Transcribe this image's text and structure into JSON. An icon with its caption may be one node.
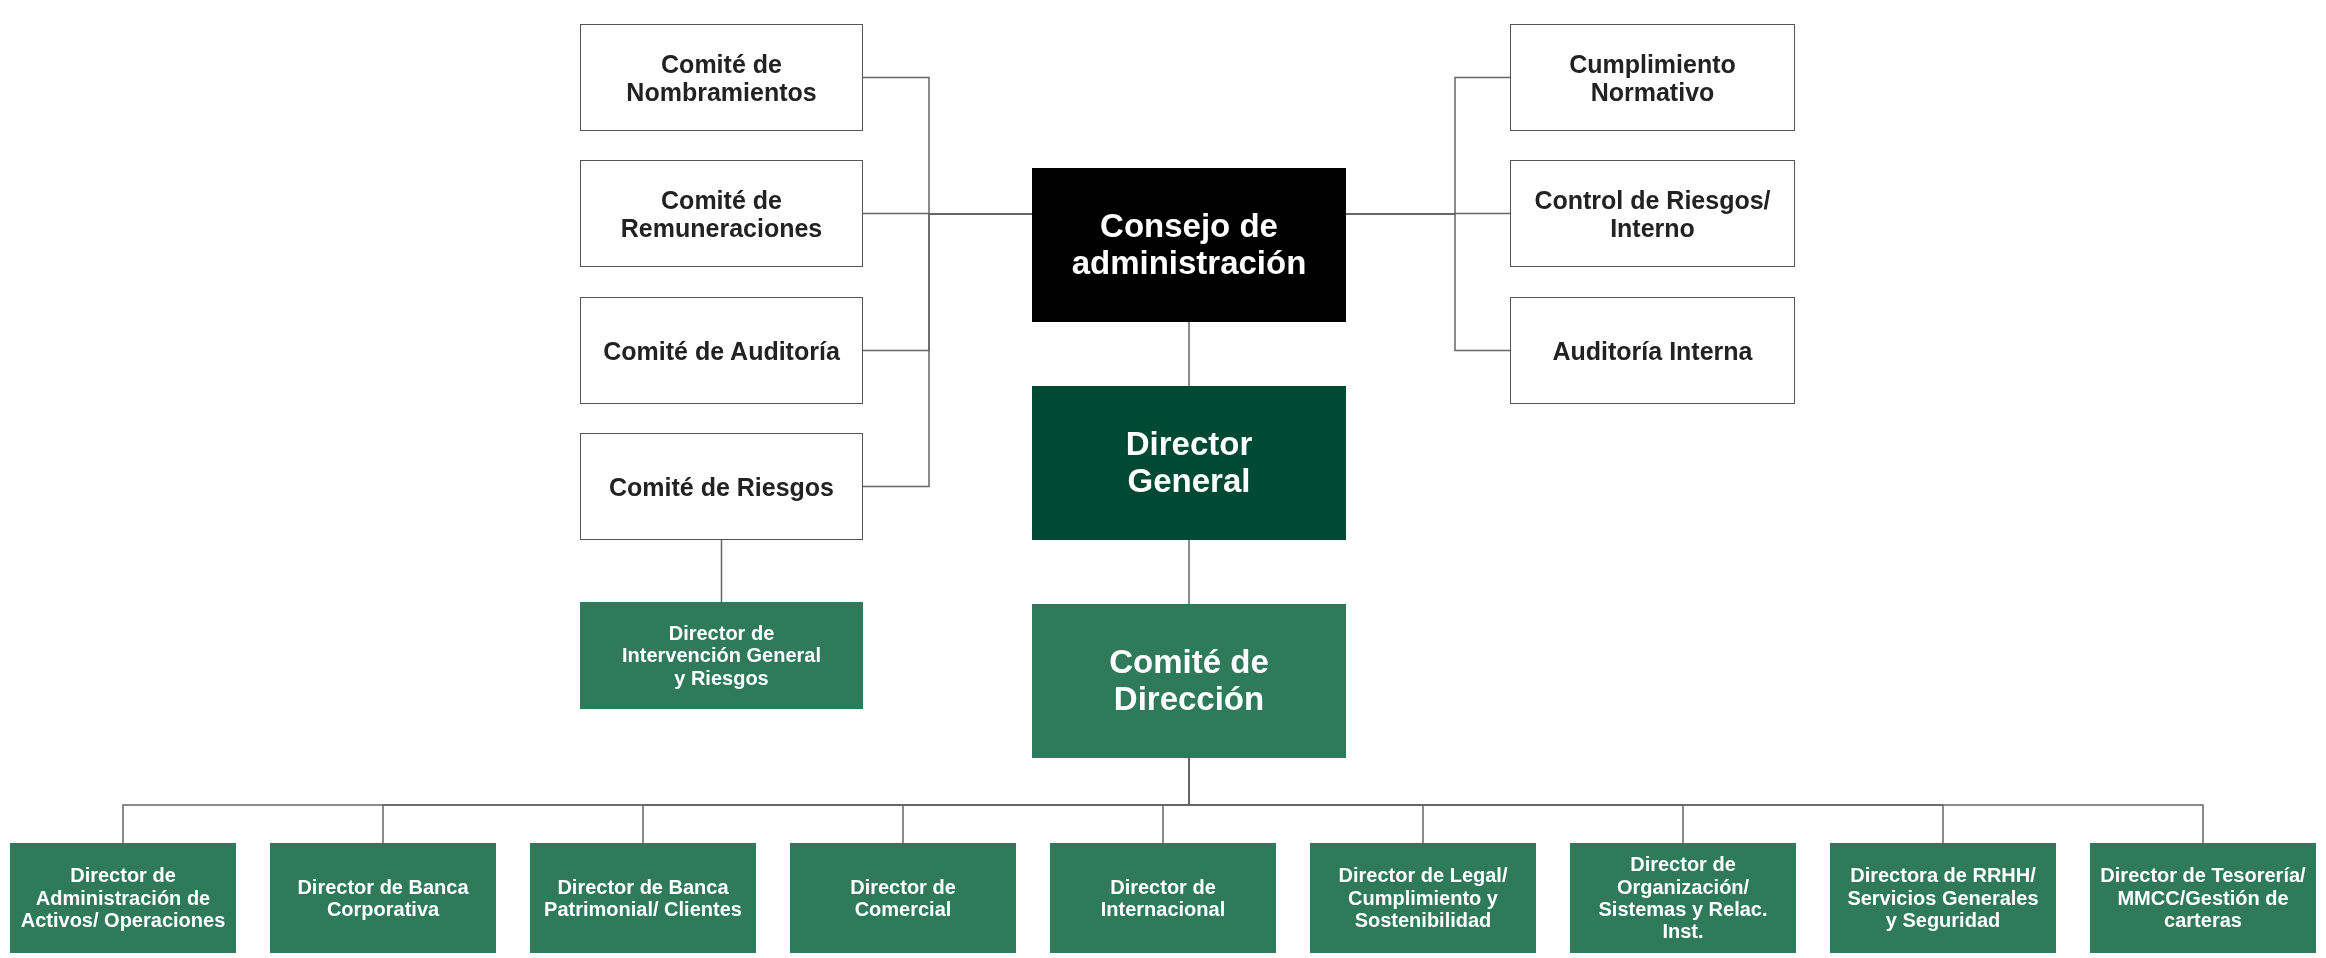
{
  "diagram": {
    "nodes": [
      {
        "text": [
          "Comité de Nombramientos"
        ]
      },
      {
        "text": [
          "Cumplimiento Normativo"
        ]
      },
      {
        "text": [
          "Comité de Remuneraciones"
        ]
      },
      {
        "text": [
          "Consejo de administración"
        ]
      },
      {
        "text": [
          "Control de Riesgos/ Interno"
        ]
      },
      {
        "text": [
          "Comité de Auditoría"
        ]
      },
      {
        "text": [
          "Auditoría Interna"
        ]
      },
      {
        "text": [
          "Comité de Riesgos"
        ]
      },
      {
        "text": [
          "Director General"
        ]
      },
      {
        "text": [
          "Director de Intervención General y Riesgos"
        ]
      },
      {
        "text": [
          "Comité de Dirección"
        ]
      },
      {
        "text": [
          "Director de Administración de Activos/ Operaciones"
        ]
      },
      {
        "text": [
          "Director de Banca Corporativa"
        ]
      },
      {
        "text": [
          "Director de Banca Patrimonial/ Clientes"
        ]
      },
      {
        "text": [
          "Director de Comercial"
        ]
      },
      {
        "text": [
          "Director de Internacional"
        ]
      },
      {
        "text": [
          "Director de Legal/ Cumplimiento y Sostenibilidad"
        ]
      },
      {
        "text": [
          "Director de Organización/ Sistemas y Relac. Inst."
        ]
      },
      {
        "text": [
          "Directora de RRHH/ Servicios Generales y Seguridad"
        ]
      },
      {
        "text": [
          "Director de Tesorería/ MMCC/Gestión de carteras"
        ]
      }
    ],
    "edges": [
      {
        "from": 3,
        "to": 0,
        "arrow": "none"
      },
      {
        "from": 3,
        "to": 2,
        "arrow": "none"
      },
      {
        "from": 3,
        "to": 5,
        "arrow": "none"
      },
      {
        "from": 3,
        "to": 7,
        "arrow": "none"
      },
      {
        "from": 3,
        "to": 1,
        "arrow": "none"
      },
      {
        "from": 3,
        "to": 4,
        "arrow": "none"
      },
      {
        "from": 3,
        "to": 6,
        "arrow": "none"
      },
      {
        "from": 3,
        "to": 8,
        "arrow": "none"
      },
      {
        "from": 8,
        "to": 10,
        "arrow": "none"
      },
      {
        "from": 7,
        "to": 9,
        "arrow": "none"
      },
      {
        "from": 10,
        "to": 11,
        "arrow": "none"
      },
      {
        "from": 10,
        "to": 12,
        "arrow": "none"
      },
      {
        "from": 10,
        "to": 13,
        "arrow": "none"
      },
      {
        "from": 10,
        "to": 14,
        "arrow": "none"
      },
      {
        "from": 10,
        "to": 15,
        "arrow": "none"
      },
      {
        "from": 10,
        "to": 16,
        "arrow": "none"
      },
      {
        "from": 10,
        "to": 17,
        "arrow": "none"
      },
      {
        "from": 10,
        "to": 18,
        "arrow": "none"
      },
      {
        "from": 10,
        "to": 19,
        "arrow": "none"
      }
    ]
  }
}
